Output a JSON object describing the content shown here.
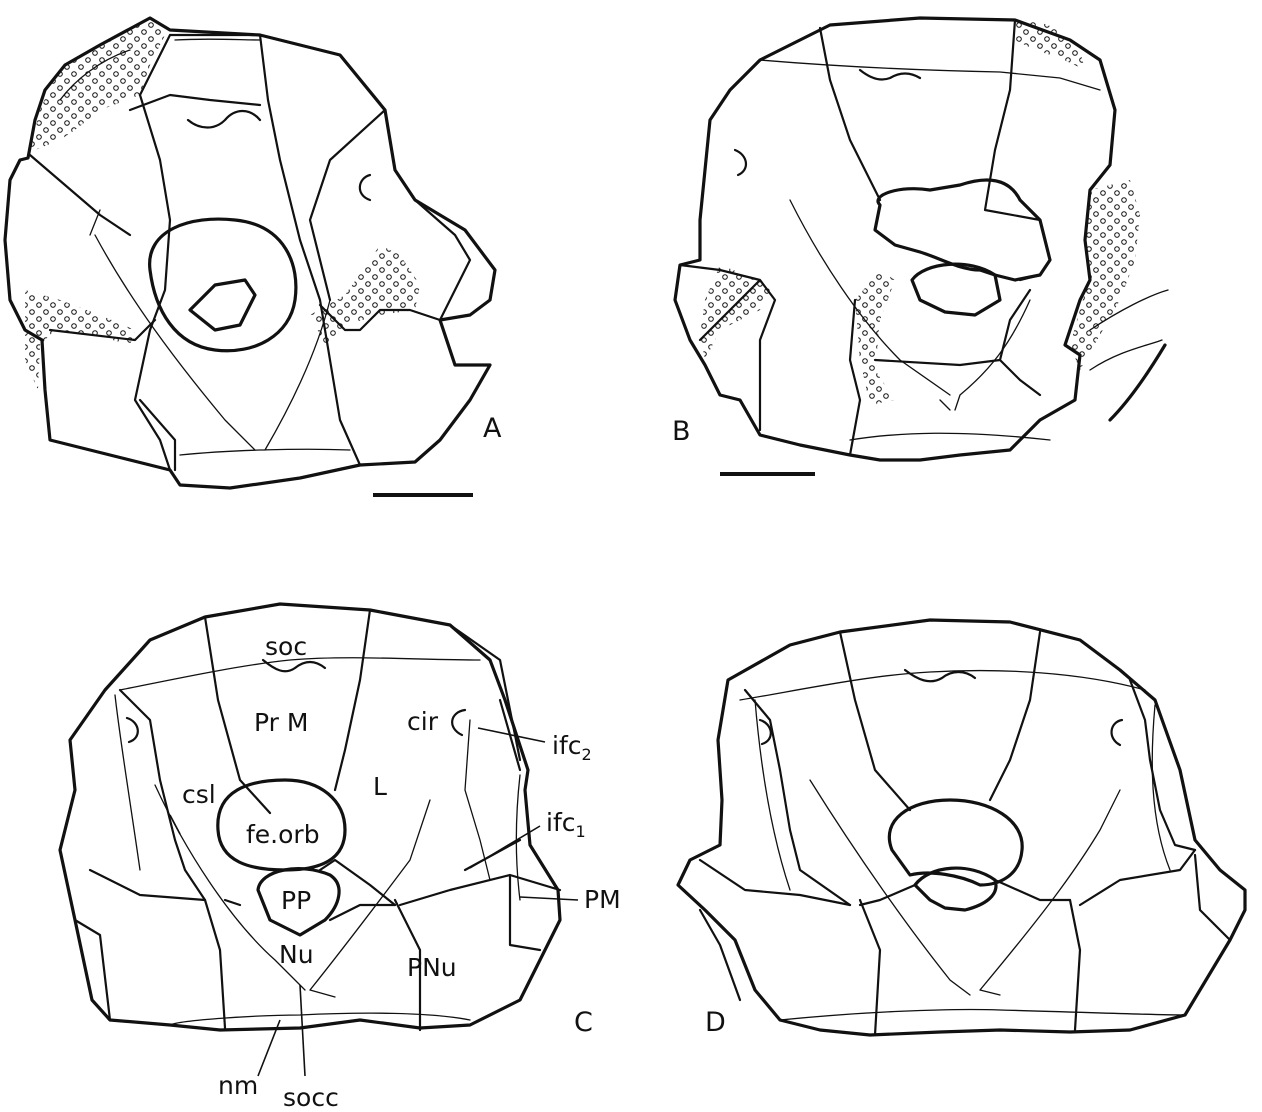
{
  "panels": [
    {
      "id": "A",
      "letter": "A"
    },
    {
      "id": "B",
      "letter": "B"
    },
    {
      "id": "C",
      "letter": "C"
    },
    {
      "id": "D",
      "letter": "D"
    }
  ],
  "labels": {
    "soc": "soc",
    "prm": "Pr M",
    "cir": "cir",
    "l": "L",
    "csl": "csl",
    "fe_orb": "fe.orb",
    "pp": "PP",
    "nu": "Nu",
    "pnu": "PNu",
    "pm": "PM",
    "nm": "nm",
    "socc": "socc",
    "ifc2_base": "ifc",
    "ifc2_sub": "2",
    "ifc1_base": "ifc",
    "ifc1_sub": "1"
  },
  "colors": {
    "ink": "#111111",
    "paper": "#ffffff"
  }
}
